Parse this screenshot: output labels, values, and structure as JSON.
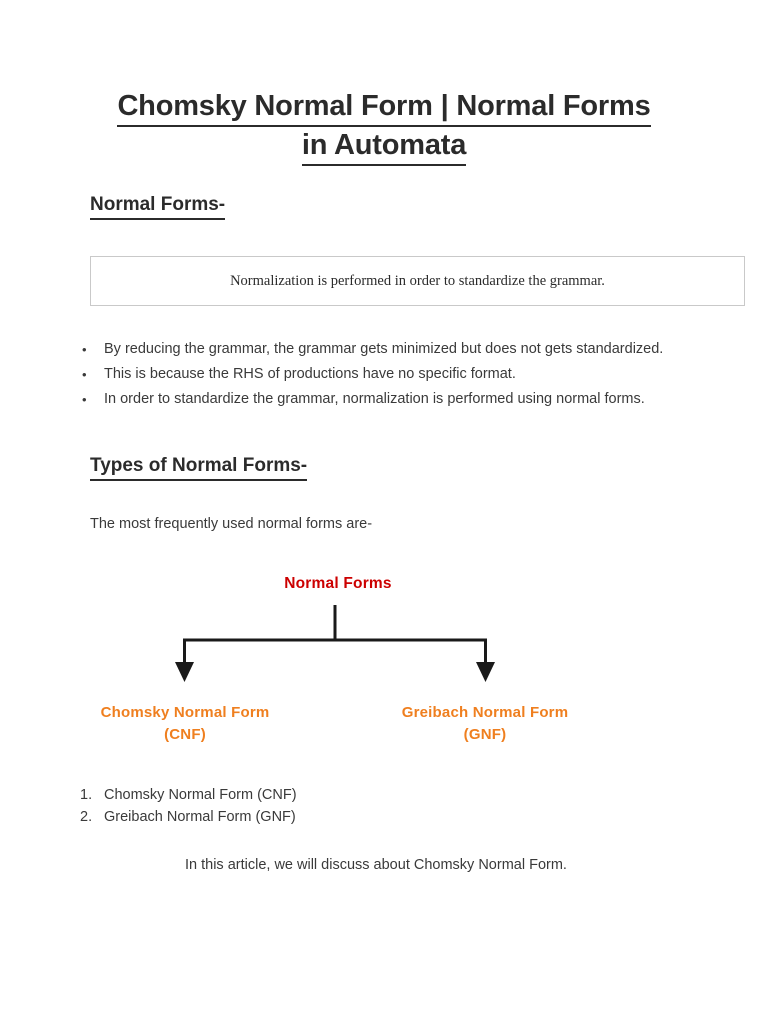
{
  "document": {
    "title_line_1": "Chomsky Normal Form | Normal Forms",
    "title_line_2": "in Automata"
  },
  "sections": {
    "normal_forms_heading": "Normal Forms-",
    "types_heading": "Types of Normal Forms-"
  },
  "callout": {
    "text": "Normalization is performed in order to standardize the grammar."
  },
  "bullets": [
    {
      "marker": "•",
      "text": "By reducing the grammar, the grammar gets minimized but does not gets standardized."
    },
    {
      "marker": "•",
      "text": "This is because the RHS of productions have no specific format."
    },
    {
      "marker": "•",
      "text": "In order to standardize the grammar, normalization is performed using normal forms."
    }
  ],
  "paragraphs": {
    "most_used": "The most frequently used normal forms are-",
    "closing": "In this article, we will discuss about Chomsky Normal Form."
  },
  "diagram": {
    "root_label": "Normal Forms",
    "root_color": "#cc0000",
    "leaf_color": "#ef7f1f",
    "connector_color": "#1a1a1a",
    "leaves": [
      {
        "line1": "Chomsky Normal Form",
        "line2": "(CNF)"
      },
      {
        "line1": "Greibach Normal Form",
        "line2": "(GNF)"
      }
    ]
  },
  "numbered_list": [
    {
      "marker": "1.",
      "text": "Chomsky Normal Form (CNF)"
    },
    {
      "marker": "2.",
      "text": "Greibach Normal Form (GNF)"
    }
  ]
}
